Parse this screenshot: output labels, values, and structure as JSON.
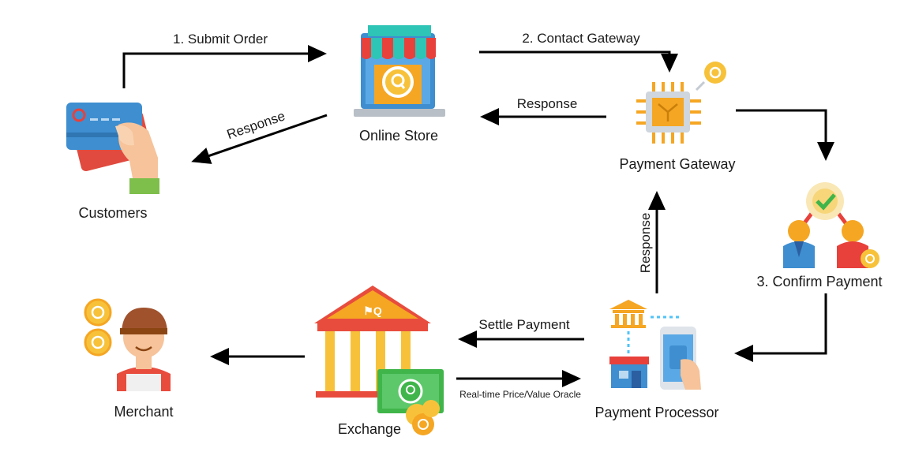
{
  "nodes": {
    "customers": "Customers",
    "online_store": "Online Store",
    "payment_gateway": "Payment Gateway",
    "confirm_payment": "3. Confirm Payment",
    "payment_processor": "Payment Processor",
    "exchange": "Exchange",
    "merchant": "Merchant"
  },
  "edges": {
    "submit_order": "1. Submit Order",
    "contact_gateway": "2. Contact Gateway",
    "response_gateway_to_store": "Response",
    "response_store_to_customers": "Response",
    "response_processor_to_gateway": "Response",
    "settle_payment": "Settle Payment",
    "oracle": "Real-time Price/Value Oracle"
  },
  "icons": {
    "customers": "credit-card-hand-icon",
    "online_store": "laptop-store-icon",
    "payment_gateway": "chip-icon",
    "confirm_payment": "people-check-icon",
    "payment_processor": "bank-store-phone-icon",
    "exchange": "bank-building-icon",
    "merchant": "merchant-person-icon",
    "coin": "coin-icon"
  },
  "colors": {
    "arrow": "#000000",
    "awning_teal": "#2ec4b6",
    "awning_red": "#e8413b",
    "coin_yellow": "#f7c23a",
    "bank_red": "#e84c3d",
    "bank_yellow": "#f5a623",
    "card_blue": "#3e8ed0",
    "check_green": "#3fb54a"
  }
}
